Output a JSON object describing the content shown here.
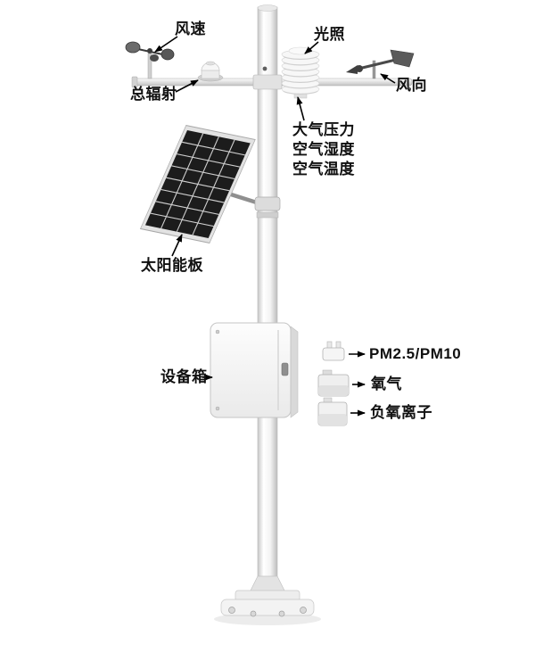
{
  "labels": {
    "wind_speed": "风速",
    "light": "光照",
    "total_radiation": "总辐射",
    "wind_direction": "风向",
    "air_pressure": "大气压力",
    "air_humidity": "空气湿度",
    "air_temperature": "空气温度",
    "solar_panel": "太阳能板",
    "equipment_box": "设备箱",
    "pm": "PM2.5/PM10",
    "oxygen": "氧气",
    "negative_oxygen_ion": "负氧离子"
  },
  "colors": {
    "background": "#ffffff",
    "label_text": "#111111",
    "arrow": "#000000",
    "solar_panel_dark": "#1c1c1c",
    "structure_white": "#f6f6f6",
    "structure_outline": "#b5b5b5"
  }
}
